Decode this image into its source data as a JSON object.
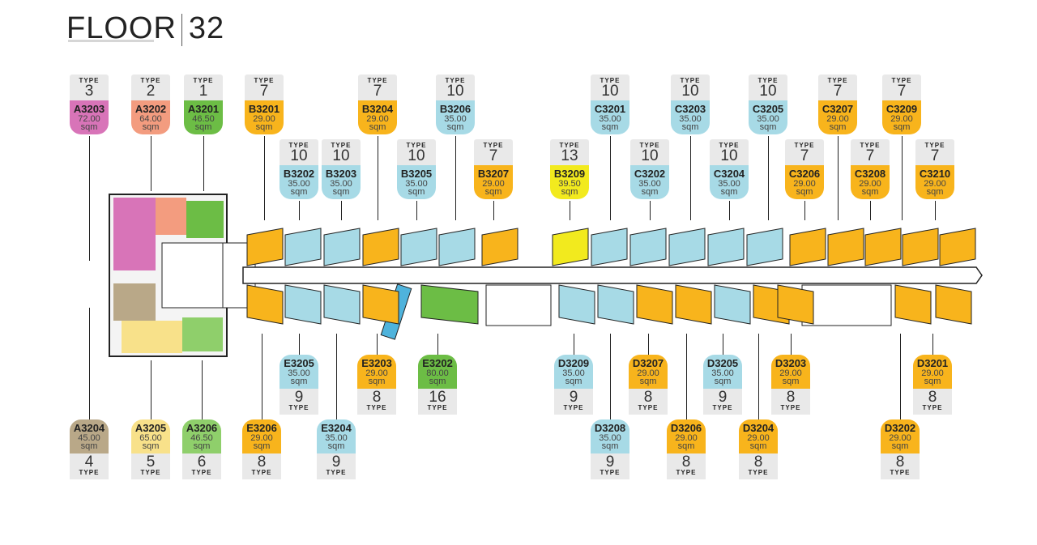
{
  "header": {
    "floor_label": "FLOOR",
    "floor_number": "32"
  },
  "type_label": "TYPE",
  "sqm_label": "sqm",
  "colors": {
    "type1": "#6cbd45",
    "type2": "#f39c7f",
    "type3": "#d874b8",
    "type4": "#b9a888",
    "type5": "#f8e18a",
    "type6": "#8fcf6b",
    "type7": "#f8b41c",
    "type8": "#f8b41c",
    "type9": "#a7dae6",
    "type10": "#a7dae6",
    "type13": "#f2ea1e",
    "type16": "#6cbd45"
  },
  "units_top": [
    {
      "code": "A3203",
      "type": "3",
      "area": "72.00"
    },
    {
      "code": "A3202",
      "type": "2",
      "area": "64.00"
    },
    {
      "code": "A3201",
      "type": "1",
      "area": "46.50"
    },
    {
      "code": "B3201",
      "type": "7",
      "area": "29.00"
    },
    {
      "code": "B3202",
      "type": "10",
      "area": "35.00"
    },
    {
      "code": "B3203",
      "type": "10",
      "area": "35.00"
    },
    {
      "code": "B3204",
      "type": "7",
      "area": "29.00"
    },
    {
      "code": "B3205",
      "type": "10",
      "area": "35.00"
    },
    {
      "code": "B3206",
      "type": "10",
      "area": "35.00"
    },
    {
      "code": "B3207",
      "type": "7",
      "area": "29.00"
    },
    {
      "code": "B3209",
      "type": "13",
      "area": "39.50"
    },
    {
      "code": "C3201",
      "type": "10",
      "area": "35.00"
    },
    {
      "code": "C3202",
      "type": "10",
      "area": "35.00"
    },
    {
      "code": "C3203",
      "type": "10",
      "area": "35.00"
    },
    {
      "code": "C3204",
      "type": "10",
      "area": "35.00"
    },
    {
      "code": "C3205",
      "type": "10",
      "area": "35.00"
    },
    {
      "code": "C3206",
      "type": "7",
      "area": "29.00"
    },
    {
      "code": "C3207",
      "type": "7",
      "area": "29.00"
    },
    {
      "code": "C3208",
      "type": "7",
      "area": "29.00"
    },
    {
      "code": "C3209",
      "type": "7",
      "area": "29.00"
    },
    {
      "code": "C3210",
      "type": "7",
      "area": "29.00"
    }
  ],
  "units_bottom": [
    {
      "code": "A3204",
      "type": "4",
      "area": "45.00"
    },
    {
      "code": "A3205",
      "type": "5",
      "area": "65.00"
    },
    {
      "code": "A3206",
      "type": "6",
      "area": "46.50"
    },
    {
      "code": "E3206",
      "type": "8",
      "area": "29.00"
    },
    {
      "code": "E3205",
      "type": "9",
      "area": "35.00"
    },
    {
      "code": "E3204",
      "type": "9",
      "area": "35.00"
    },
    {
      "code": "E3203",
      "type": "8",
      "area": "29.00"
    },
    {
      "code": "E3202",
      "type": "16",
      "area": "80.00"
    },
    {
      "code": "D3209",
      "type": "9",
      "area": "35.00"
    },
    {
      "code": "D3208",
      "type": "9",
      "area": "35.00"
    },
    {
      "code": "D3207",
      "type": "8",
      "area": "29.00"
    },
    {
      "code": "D3206",
      "type": "8",
      "area": "29.00"
    },
    {
      "code": "D3205",
      "type": "9",
      "area": "35.00"
    },
    {
      "code": "D3204",
      "type": "8",
      "area": "29.00"
    },
    {
      "code": "D3203",
      "type": "8",
      "area": "29.00"
    },
    {
      "code": "D3202",
      "type": "8",
      "area": "29.00"
    },
    {
      "code": "D3201",
      "type": "8",
      "area": "29.00"
    }
  ]
}
